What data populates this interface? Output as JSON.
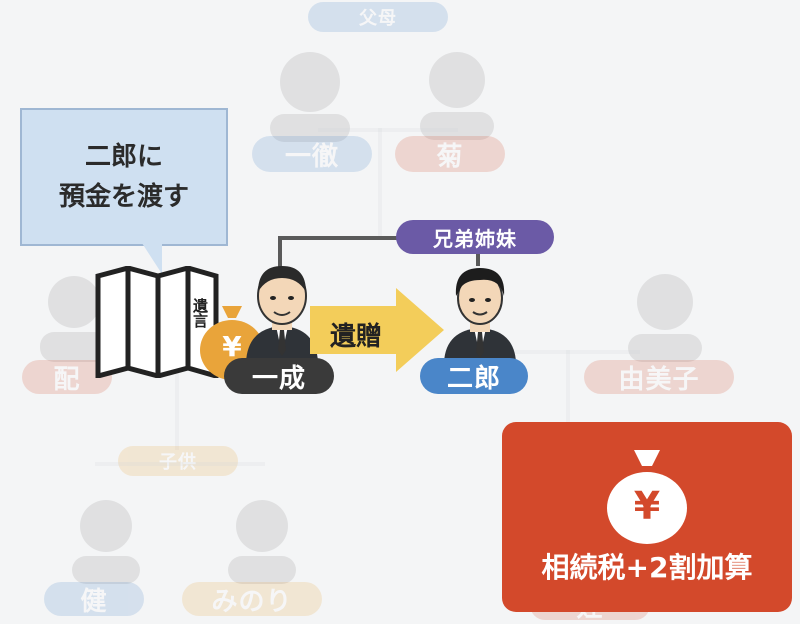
{
  "callout": {
    "line1": "二郎に",
    "line2": "預金を渡す"
  },
  "document_label": "遺言",
  "yen_symbol": "¥",
  "arrow_label": "遺贈",
  "siblings_label": "兄弟姉妹",
  "people": {
    "kazunari": "一成",
    "jiro": "二郎",
    "yukiko": "由美子",
    "ittetsu": "一徹",
    "kiku": "菊",
    "parents": "父母",
    "spouse": "配",
    "children": "子供",
    "child1": "健",
    "child2": "みのり",
    "bottom_right": "姪"
  },
  "tax_label": "相続税+2割加算",
  "colors": {
    "purple": "#6b5aa6",
    "dark": "#3a3a3a",
    "blue": "#4a86c9",
    "tax_red": "#d3492b",
    "gold": "#e9a43a",
    "arrow_yellow": "#f3cd5a"
  }
}
